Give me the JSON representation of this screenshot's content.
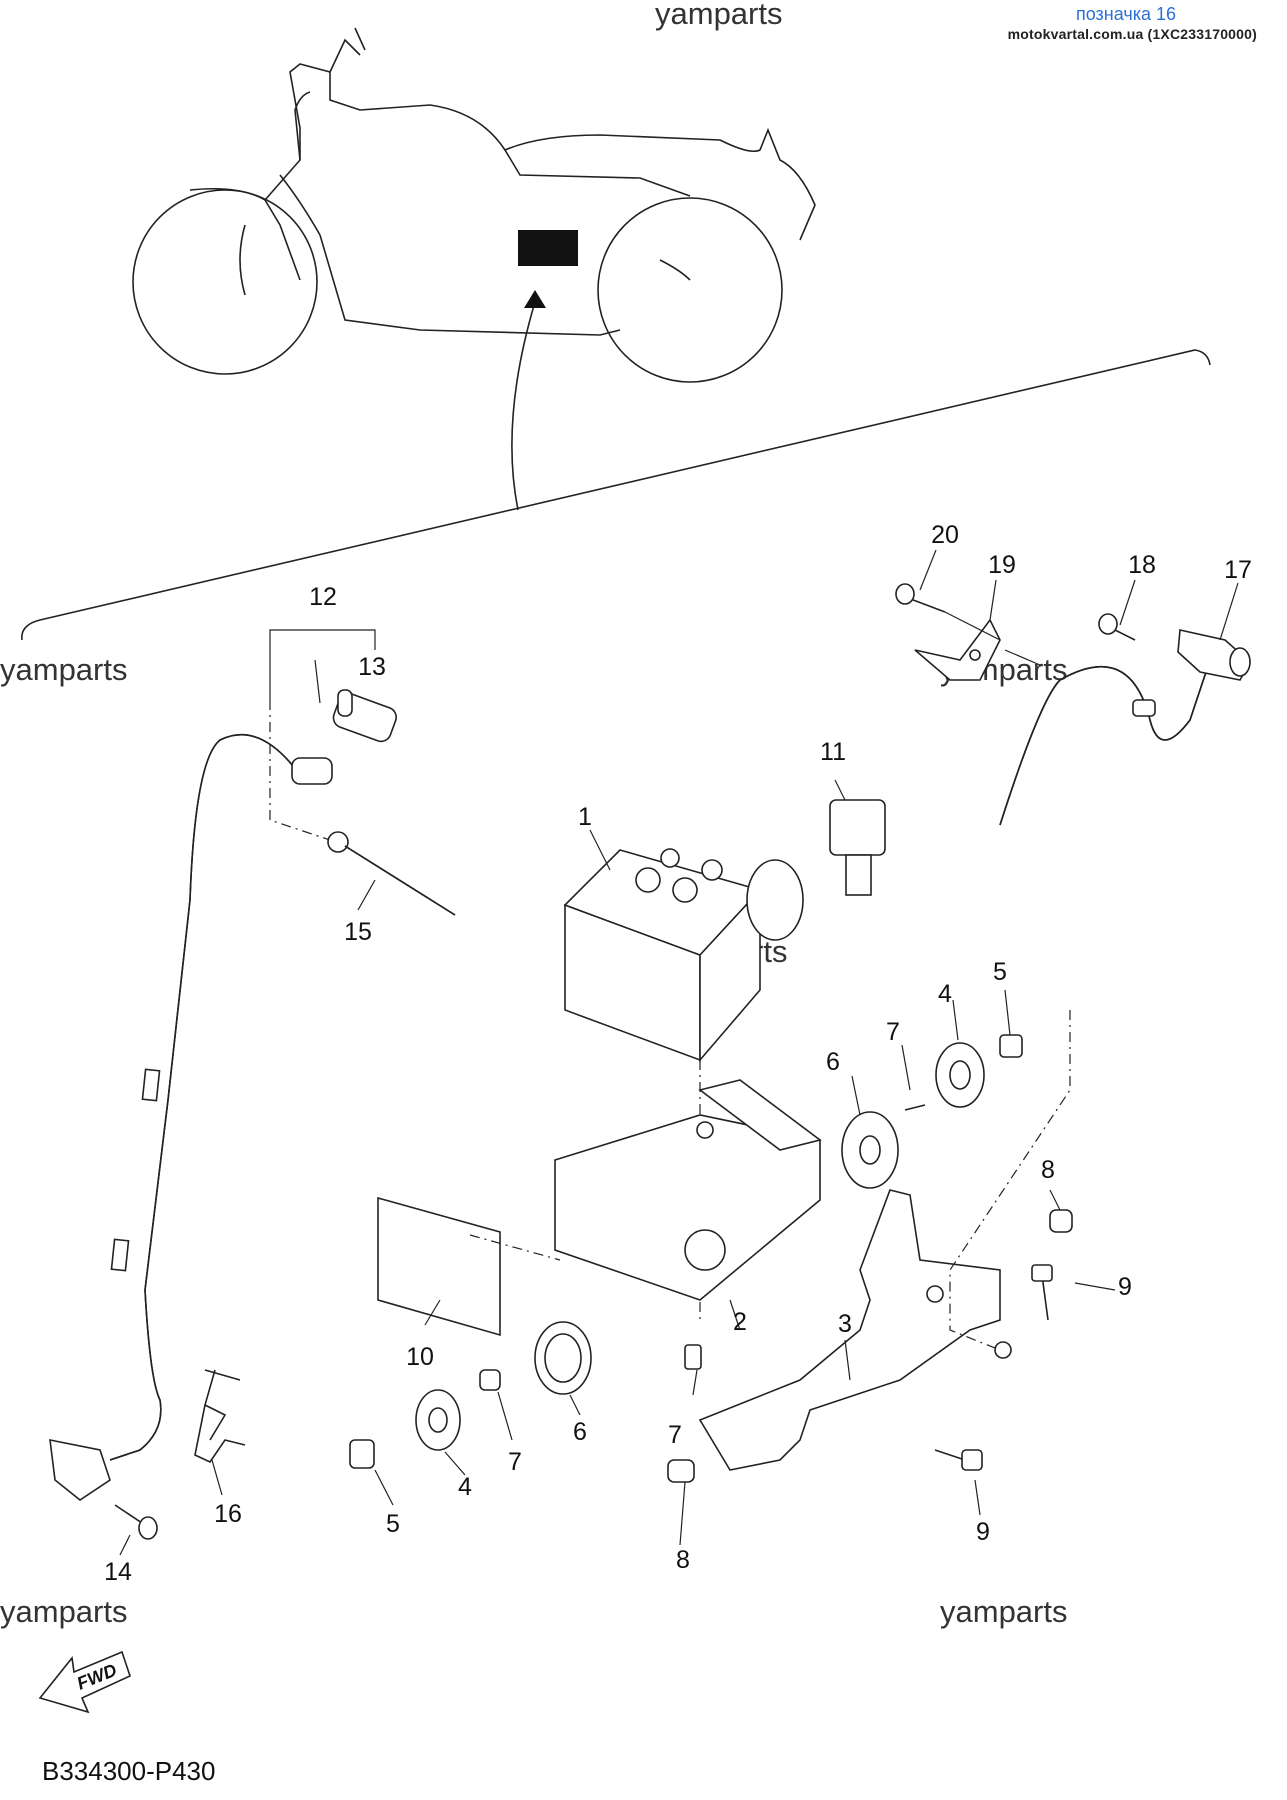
{
  "header": {
    "title": "позначка 16",
    "subtitle": "motokvartal.com.ua (1XC233170000)"
  },
  "watermark": "yamparts",
  "diagram_code": "B334300-P430",
  "fwd_label": "FWD",
  "parts": [
    {
      "number": "1"
    },
    {
      "number": "2"
    },
    {
      "number": "3"
    },
    {
      "number": "4"
    },
    {
      "number": "5"
    },
    {
      "number": "6"
    },
    {
      "number": "7"
    },
    {
      "number": "8"
    },
    {
      "number": "9"
    },
    {
      "number": "10"
    },
    {
      "number": "11"
    },
    {
      "number": "12"
    },
    {
      "number": "13"
    },
    {
      "number": "14"
    },
    {
      "number": "15"
    },
    {
      "number": "16"
    },
    {
      "number": "17"
    },
    {
      "number": "18"
    },
    {
      "number": "19"
    },
    {
      "number": "20"
    }
  ],
  "colors": {
    "header_link": "#2b6fd6",
    "line": "#222222"
  }
}
